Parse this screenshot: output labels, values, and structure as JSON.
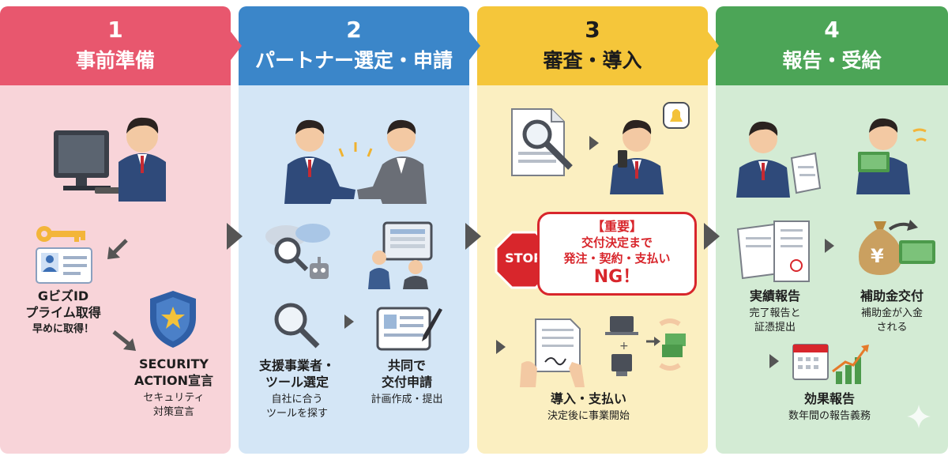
{
  "steps": [
    {
      "num": "1",
      "title": "事前準備"
    },
    {
      "num": "2",
      "title": "パートナー選定・申請"
    },
    {
      "num": "3",
      "title": "審査・導入"
    },
    {
      "num": "4",
      "title": "報告・受給"
    }
  ],
  "step1": {
    "gbiz_title_1": "GビズID",
    "gbiz_title_2": "プライム取得",
    "gbiz_note": "早めに取得！",
    "security_title_1": "SECURITY",
    "security_title_2": "ACTION宣言",
    "security_note_1": "セキュリティ",
    "security_note_2": "対策宣言"
  },
  "step2": {
    "support_title_1": "支援事業者・",
    "support_title_2": "ツール選定",
    "support_note_1": "自社に合う",
    "support_note_2": "ツールを探す",
    "apply_title_1": "共同で",
    "apply_title_2": "交付申請",
    "apply_note": "計画作成・提出"
  },
  "step3": {
    "stop_label": "STOP",
    "notice_heading": "【重要】",
    "notice_line_1": "交付決定まで",
    "notice_line_2": "発注・契約・支払い",
    "notice_ng": "NG！",
    "intro_title": "導入・支払い",
    "intro_note": "決定後に事業開始"
  },
  "step4": {
    "report_title": "実績報告",
    "report_note_1": "完了報告と",
    "report_note_2": "証憑提出",
    "subsidy_title": "補助金交付",
    "subsidy_note_1": "補助金が入金",
    "subsidy_note_2": "される",
    "effect_title": "効果報告",
    "effect_note": "数年間の報告義務",
    "yen_symbol": "¥"
  },
  "colors": {
    "step1": "#e8576e",
    "step2": "#3b86c9",
    "step3": "#f5c63a",
    "step4": "#4ca557",
    "warning": "#d8262c"
  }
}
